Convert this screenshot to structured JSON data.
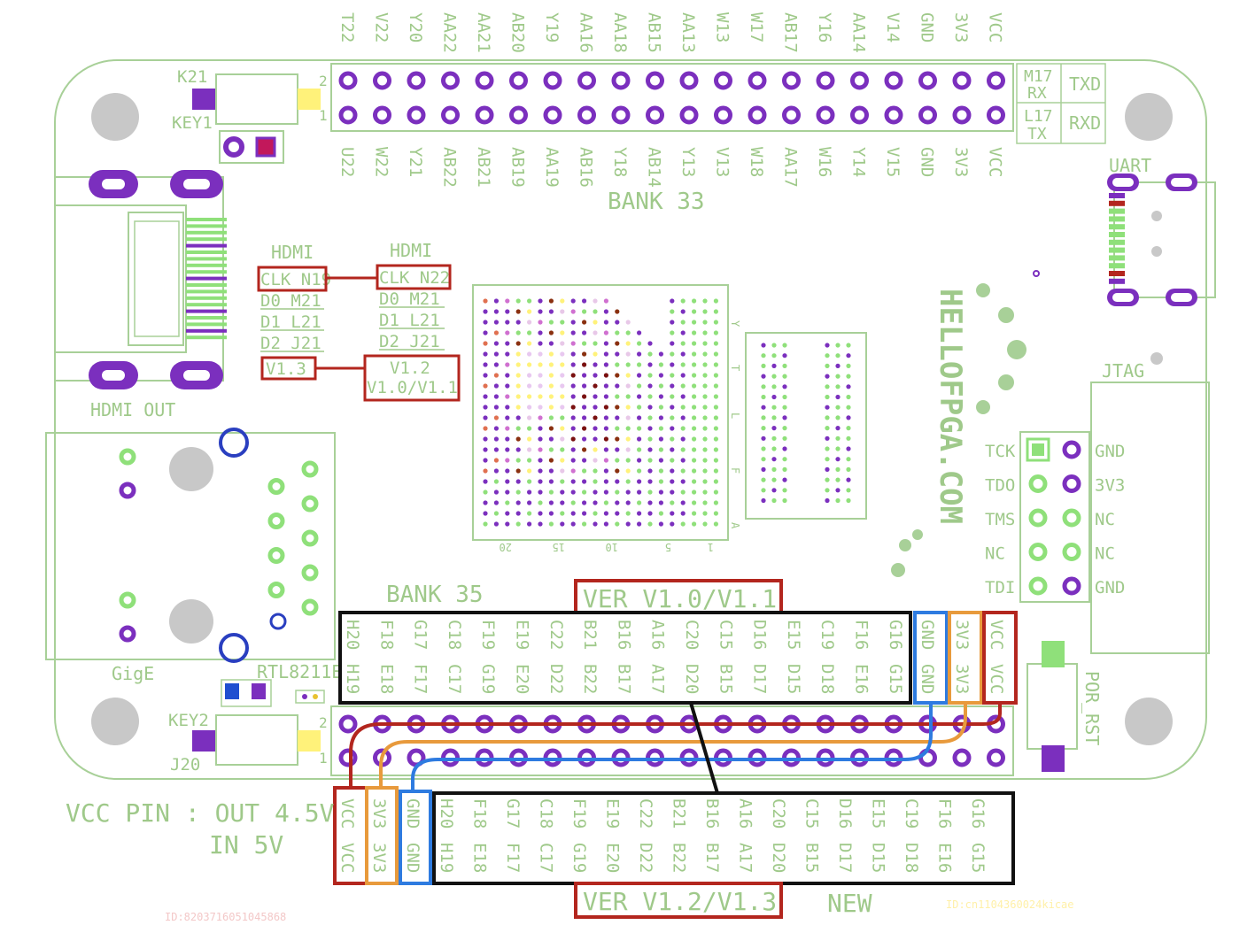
{
  "colors": {
    "silk": "#9fc98a",
    "outline": "#a8d098",
    "pad_purple": "#7b2fbe",
    "pad_green": "#8fe07a",
    "pad_yellow": "#fff27a",
    "red_box": "#b3261e",
    "black_box": "#111111",
    "blue_box": "#2e7be0",
    "orange_box": "#e89a3c",
    "mount_hole": "#c8c8c8"
  },
  "top_header": {
    "top_labels": [
      "T22",
      "V22",
      "Y20",
      "AA22",
      "AA21",
      "AB20",
      "Y19",
      "AA16",
      "AA18",
      "AB15",
      "AA13",
      "W13",
      "W17",
      "AB17",
      "Y16",
      "AA14",
      "V14",
      "GND",
      "3V3",
      "VCC"
    ],
    "bottom_labels": [
      "U22",
      "W22",
      "Y21",
      "AB22",
      "AB21",
      "AB19",
      "AA19",
      "AB16",
      "Y18",
      "AB14",
      "Y13",
      "V13",
      "W18",
      "AA17",
      "W16",
      "Y14",
      "V15",
      "GND",
      "3V3",
      "VCC"
    ],
    "row1": "2",
    "row2": "1",
    "bank": "BANK 33",
    "uart_rx_pin": "M17",
    "uart_rx": "RX",
    "uart_tx_pin": "L17",
    "uart_tx": "TX",
    "txd": "TXD",
    "rxd": "RXD"
  },
  "keys": {
    "k21": "K21",
    "key1": "KEY1",
    "key2": "KEY2",
    "j20": "J20",
    "n2": "2",
    "n1": "1"
  },
  "hdmi": {
    "col1_title": "HDMI",
    "col2_title": "HDMI",
    "col1": [
      "CLK N19",
      "D0  M21",
      "D1  L21",
      "D2  J21"
    ],
    "col2": [
      "CLK N22",
      "D0  M21",
      "D1  L21",
      "D2  J21"
    ],
    "ver_left": "V1.3",
    "ver_right_1": "V1.2",
    "ver_right_2": "V1.0/V1.1",
    "hdmi_out": "HDMI OUT"
  },
  "chip_ticks": {
    "bottom": [
      "20",
      "15",
      "10",
      "5",
      "1"
    ],
    "side": [
      "Y",
      "T",
      "L",
      "F",
      "A"
    ]
  },
  "uart_label": "UART",
  "jtag": {
    "title": "JTAG",
    "left": [
      "TCK",
      "TDO",
      "TMS",
      "NC",
      "TDI"
    ],
    "right": [
      "GND",
      "3V3",
      "NC",
      "NC",
      "GND"
    ]
  },
  "brand": "HELLOFPGA.COM",
  "gige": {
    "label": "GigE",
    "phy": "RTL8211E"
  },
  "bank35": "BANK 35",
  "ver_old": "VER V1.0/V1.1",
  "ver_new": "VER V1.2/V1.3",
  "new_label": "NEW",
  "por_rst": "POR_RST",
  "vcc_pin": {
    "line1": "VCC PIN : OUT 4.5V",
    "line2": "IN 5V"
  },
  "old_header": {
    "top": [
      "H20",
      "F18",
      "G17",
      "C18",
      "F19",
      "E19",
      "C22",
      "B21",
      "B16",
      "A16",
      "C20",
      "C15",
      "D16",
      "E15",
      "C19",
      "F16",
      "G16"
    ],
    "bottom": [
      "H19",
      "E18",
      "F17",
      "C17",
      "G19",
      "E20",
      "D22",
      "B22",
      "B17",
      "A17",
      "D20",
      "B15",
      "D17",
      "D15",
      "D18",
      "E16",
      "G15"
    ],
    "power_top": [
      "GND",
      "3V3",
      "VCC"
    ],
    "power_bottom": [
      "GND",
      "3V3",
      "VCC"
    ]
  },
  "new_header": {
    "power_top": [
      "VCC",
      "3V3",
      "GND"
    ],
    "power_bottom": [
      "VCC",
      "3V3",
      "GND"
    ],
    "top": [
      "H20",
      "F18",
      "G17",
      "C18",
      "F19",
      "E19",
      "C22",
      "B21",
      "B16",
      "A16",
      "C20",
      "C15",
      "D16",
      "E15",
      "C19",
      "F16",
      "G16"
    ],
    "bottom": [
      "H19",
      "E18",
      "F17",
      "C17",
      "G19",
      "E20",
      "D22",
      "B22",
      "B17",
      "A17",
      "D20",
      "B15",
      "D17",
      "D15",
      "D18",
      "E16",
      "G15"
    ]
  },
  "watermarks": {
    "left": "ID:8203716051045868",
    "right": "ID:cn1104360024kicae"
  }
}
